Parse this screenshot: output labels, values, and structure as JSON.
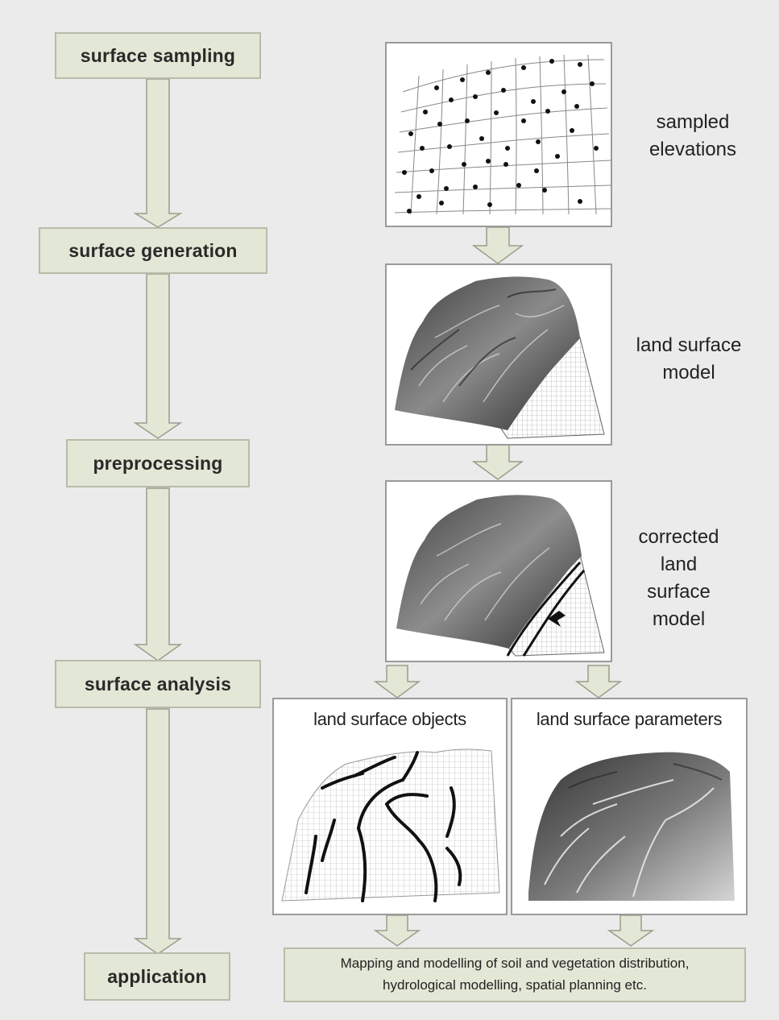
{
  "workflow_steps": [
    "surface sampling",
    "surface generation",
    "preprocessing",
    "surface analysis",
    "application"
  ],
  "illustrations": {
    "sampled": [
      "sampled",
      "elevations"
    ],
    "model": [
      "land surface",
      "model"
    ],
    "corrected": [
      "corrected",
      "land",
      "surface",
      "model"
    ],
    "objects_title": "land surface objects",
    "parameters_title": "land surface parameters"
  },
  "application_text": [
    "Mapping and modelling of soil and vegetation distribution,",
    "hydrological modelling, spatial planning etc."
  ],
  "colors": {
    "box_fill": "#e3e7d5",
    "box_border": "#b8bba8",
    "arrow_fill": "#e3e7d5",
    "arrow_stroke": "#9c9c8c"
  }
}
